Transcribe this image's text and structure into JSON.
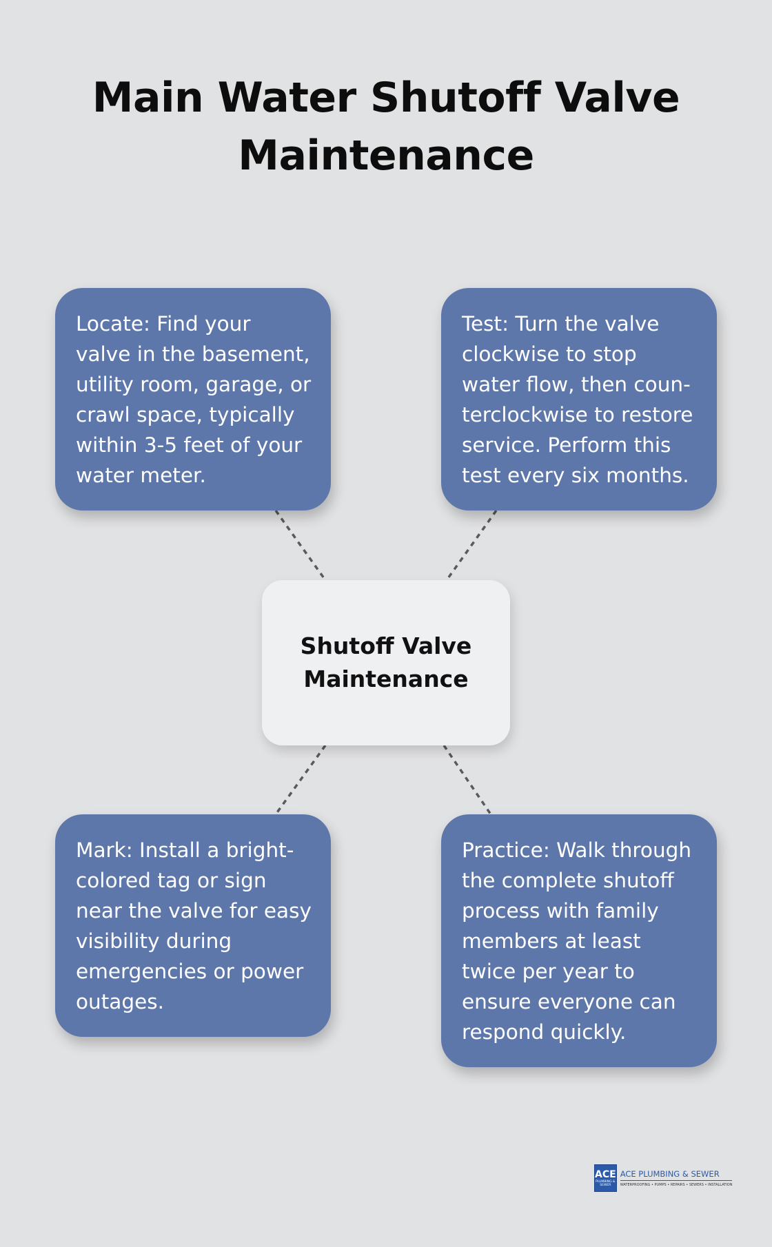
{
  "title": "Main Water Shutoff Valve Maintenance",
  "center": {
    "label": "Shutoff Valve Maintenance"
  },
  "cards": {
    "top_left": "Locate: Find your valve in the basement, utility room, garage, or crawl space, typically within 3-5 feet of your water meter.",
    "top_right": "Test: Turn the valve clockwise to stop water flow, then coun­terclockwise to restore service. Perform this test every six months.",
    "bottom_left": "Mark: Install a bright-colored tag or sign near the valve for easy visibility during emergencies or power outages.",
    "bottom_right": "Practice: Walk through the complete shutoff process with family members at least twice per year to ensure everyone can respond quickly."
  },
  "logo": {
    "badge": "ACE",
    "badge_sub": "PLUMBING & SEWER",
    "name": "ACE PLUMBING & SEWER",
    "tagline": "WATERPROOFING • PUMPS • REPAIRS • SEWERS • INSTALLATION"
  },
  "colors": {
    "background": "#e1e2e3",
    "card": "#5e77aa",
    "center_box": "#eff0f2",
    "connector": "#5a5a5a",
    "logo_blue": "#2a5aa8"
  }
}
